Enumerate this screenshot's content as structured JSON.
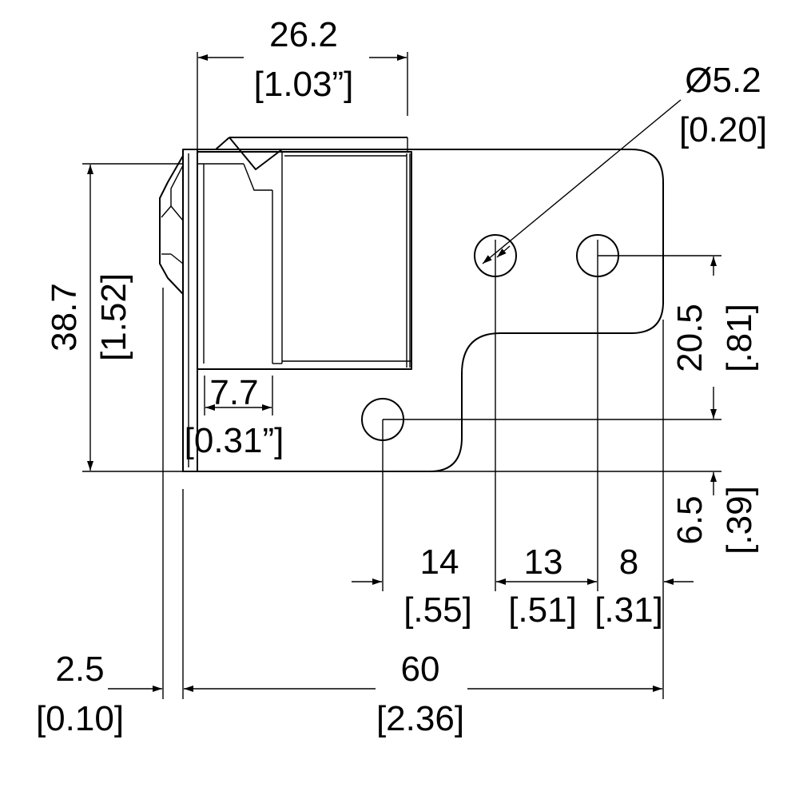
{
  "diagram": {
    "dimensions": {
      "top_width": {
        "value": "26.2",
        "inch": "[1.03”]"
      },
      "hole_diameter": {
        "value": "Ø5.2",
        "inch": "[0.20]"
      },
      "height": {
        "value": "38.7",
        "inch": "[1.52]"
      },
      "hole_vertical": {
        "value": "20.5",
        "inch": "[.81]"
      },
      "bottom_offset": {
        "value": "6.5",
        "inch": "[.39]"
      },
      "inner_width": {
        "value": "7.7",
        "inch": "[0.31”]"
      },
      "hole_spacing_1": {
        "value": "14",
        "inch": "[.55]"
      },
      "hole_spacing_2": {
        "value": "13",
        "inch": "[.51]"
      },
      "hole_spacing_3": {
        "value": "8",
        "inch": "[.31]"
      },
      "thickness": {
        "value": "2.5",
        "inch": "[0.10]"
      },
      "overall_length": {
        "value": "60",
        "inch": "[2.36]"
      }
    }
  }
}
